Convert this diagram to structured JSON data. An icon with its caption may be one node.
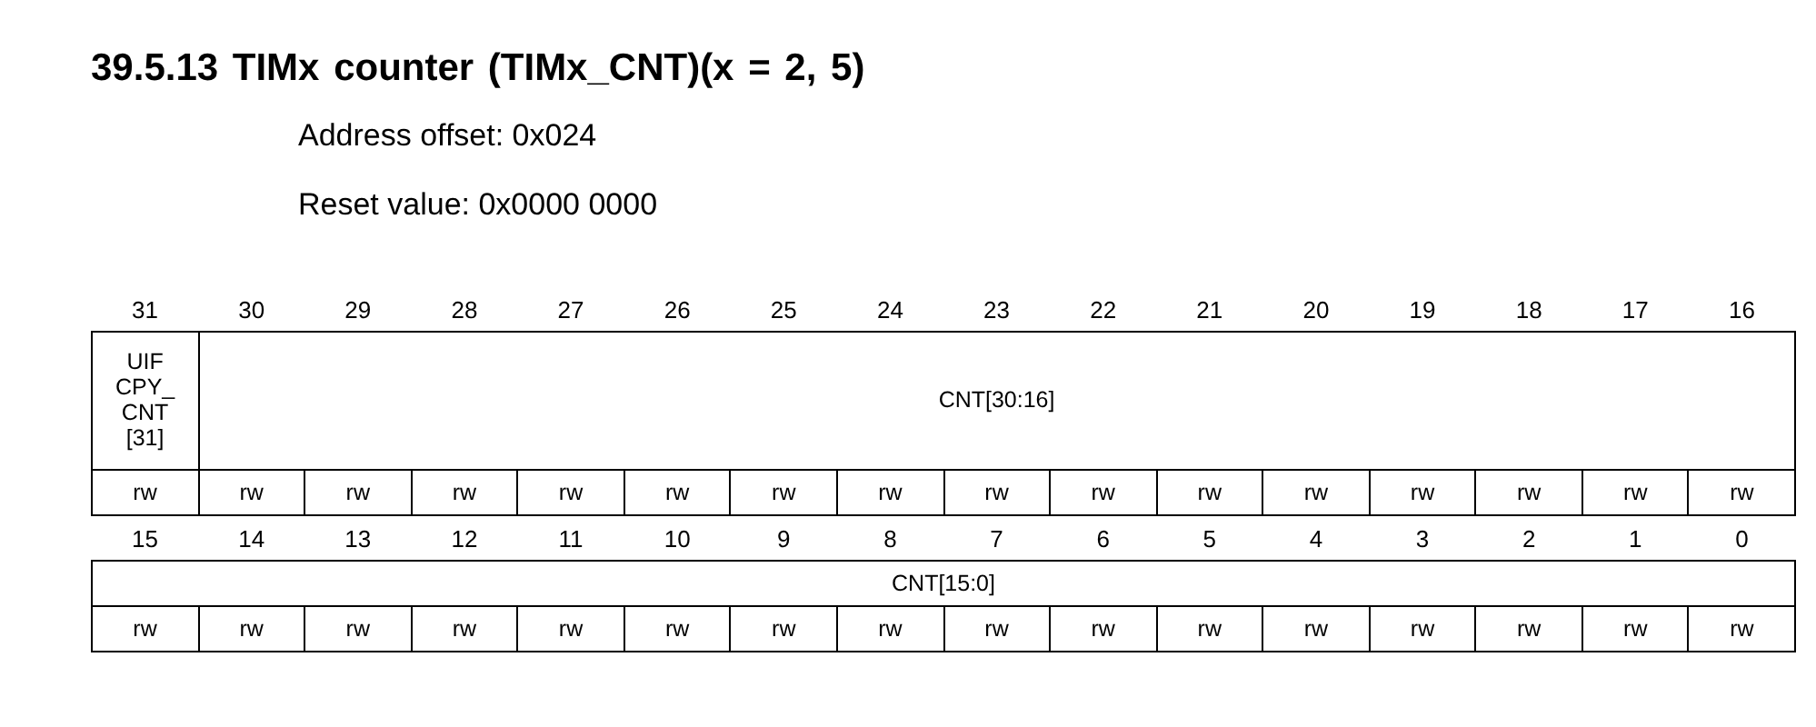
{
  "diagram": {
    "title": "39.5.13 TIMx counter (TIMx_CNT)(x = 2, 5)",
    "labels": [
      "Address offset: 0x024",
      "Reset value: 0x0000 0000",
      "31",
      "30",
      "29",
      "28",
      "27",
      "26",
      "25",
      "24",
      "23",
      "22",
      "21",
      "20",
      "19",
      "18",
      "17",
      "16",
      "UIF CPY_ CNT [31]",
      "CNT[30:16]",
      "rw",
      "rw",
      "rw",
      "rw",
      "rw",
      "rw",
      "rw",
      "rw",
      "rw",
      "rw",
      "rw",
      "rw",
      "rw",
      "rw",
      "rw",
      "rw",
      "15",
      "14",
      "13",
      "12",
      "11",
      "10",
      "9",
      "8",
      "7",
      "6",
      "5",
      "4",
      "3",
      "2",
      "1",
      "0",
      "CNT[15:0]",
      "rw",
      "rw",
      "rw",
      "rw",
      "rw",
      "rw",
      "rw",
      "rw",
      "rw",
      "rw",
      "rw",
      "rw",
      "rw",
      "rw",
      "rw",
      "rw"
    ]
  }
}
